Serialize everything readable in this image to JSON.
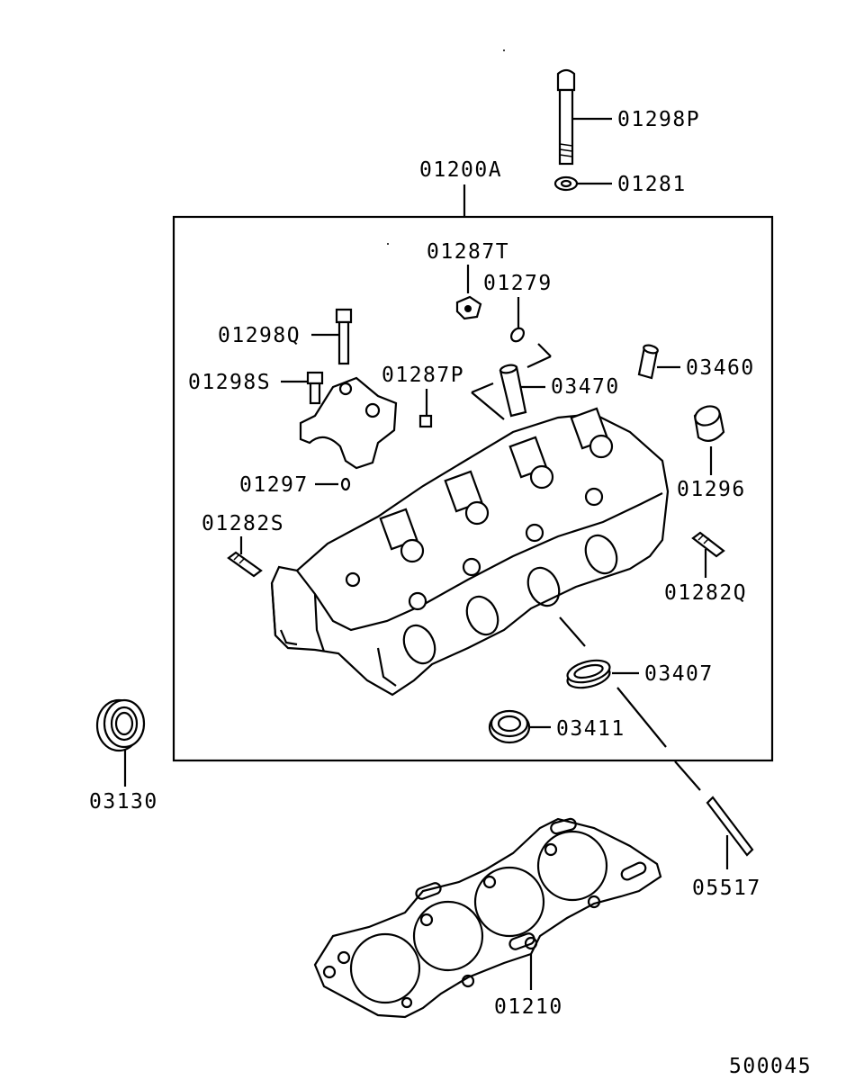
{
  "diagram_code": "500045",
  "parts": {
    "p01298P": "01298P",
    "p01281": "01281",
    "p01200A": "01200A",
    "p01287T": "01287T",
    "p01279": "01279",
    "p01298Q": "01298Q",
    "p03460": "03460",
    "p01298S": "01298S",
    "p01287P": "01287P",
    "p03470": "03470",
    "p01296": "01296",
    "p01297": "01297",
    "p01282S": "01282S",
    "p01282Q": "01282Q",
    "p03407": "03407",
    "p03411": "03411",
    "p03130": "03130",
    "p05517": "05517",
    "p01210": "01210"
  },
  "colors": {
    "ink": "#000000",
    "paper": "#ffffff"
  }
}
